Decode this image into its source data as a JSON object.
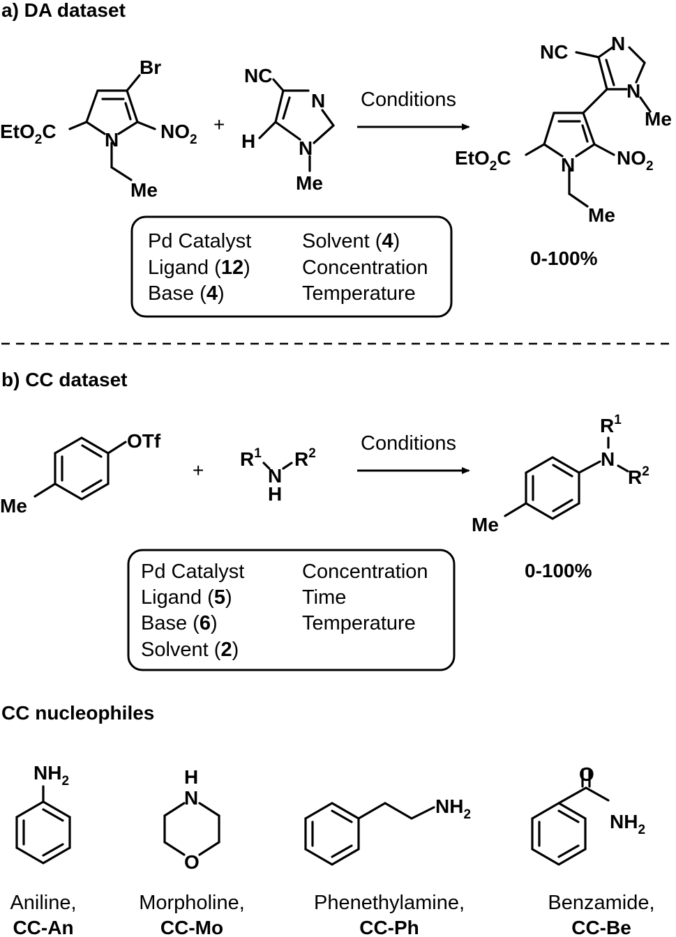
{
  "section_a": {
    "title": "a) DA dataset",
    "arrow_label": "Conditions",
    "yield": "0-100%",
    "conditions_left": {
      "l1": "Pd Catalyst",
      "l2_pre": "Ligand (",
      "l2_num": "12",
      "l2_post": ")",
      "l3_pre": "Base (",
      "l3_num": "4",
      "l3_post": ")"
    },
    "conditions_right": {
      "r1_pre": "Solvent (",
      "r1_num": "4",
      "r1_post": ")",
      "r2": "Concentration",
      "r3": "Temperature"
    },
    "pyrrole": {
      "br": "Br",
      "ester_a": "EtO",
      "ester_sub": "2",
      "ester_b": "C",
      "n": "N",
      "nitro_a": "NO",
      "nitro_sub": "2",
      "me": "Me"
    },
    "imidazole": {
      "nc": "NC",
      "n3": "N",
      "n1": "N",
      "h": "H",
      "me": "Me"
    },
    "plus": "+",
    "product": {
      "nc": "NC",
      "n_top": "N",
      "n_im": "N",
      "me_im": "Me",
      "ester_a": "EtO",
      "ester_sub": "2",
      "ester_b": "C",
      "n_pyr": "N",
      "nitro_a": "NO",
      "nitro_sub": "2",
      "me_et": "Me"
    }
  },
  "section_b": {
    "title": "b) CC dataset",
    "arrow_label": "Conditions",
    "yield": "0-100%",
    "conditions_left": {
      "l1": "Pd Catalyst",
      "l2_pre": "Ligand (",
      "l2_num": "5",
      "l2_post": ")",
      "l3_pre": "Base (",
      "l3_num": "6",
      "l3_post": ")",
      "l4_pre": "Solvent (",
      "l4_num": "2",
      "l4_post": ")"
    },
    "conditions_right": {
      "r1": "Concentration",
      "r2": "Time",
      "r3": "Temperature"
    },
    "triflate": {
      "otf": "OTf",
      "me": "Me"
    },
    "plus": "+",
    "amine": {
      "r1": "R",
      "r1_sup": "1",
      "n": "N",
      "r2": "R",
      "r2_sup": "2",
      "h": "H"
    },
    "product": {
      "r1": "R",
      "r1_sup": "1",
      "n": "N",
      "r2": "R",
      "r2_sup": "2",
      "me": "Me"
    }
  },
  "nucleophiles": {
    "title": "CC nucleophiles",
    "items": [
      {
        "name": "Aniline,",
        "code": "CC-An",
        "group_a": "NH",
        "group_sub": "2"
      },
      {
        "name": "Morpholine,",
        "code": "CC-Mo",
        "h": "H",
        "n": "N",
        "o": "O"
      },
      {
        "name": "Phenethylamine,",
        "code": "CC-Ph",
        "group_a": "NH",
        "group_sub": "2"
      },
      {
        "name": "Benzamide,",
        "code": "CC-Be",
        "o": "O",
        "group_a": "NH",
        "group_sub": "2"
      }
    ]
  }
}
